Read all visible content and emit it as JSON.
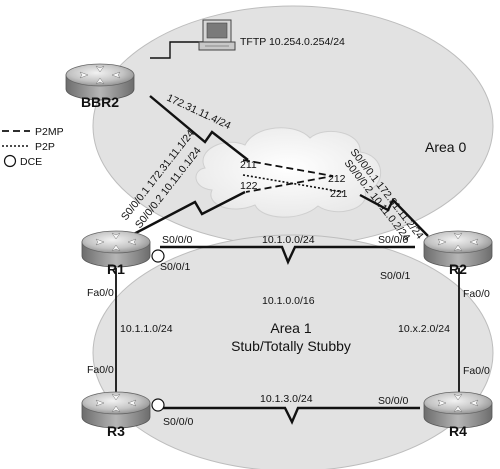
{
  "tftp": {
    "label": "TFTP 10.254.0.254/24"
  },
  "routers": {
    "bbr2": "BBR2",
    "r1": "R1",
    "r2": "R2",
    "r3": "R3",
    "r4": "R4"
  },
  "areas": {
    "area0": "Area 0",
    "area1_line1": "Area 1",
    "area1_line2": "Stub/Totally Stubby",
    "area1_summary": "10.1.0.0/16"
  },
  "legend": {
    "p2mp": "P2MP",
    "p2p": "P2P",
    "dce": "DCE"
  },
  "links": {
    "bbr2_serial": "172.31.11.4/24",
    "r1_s0_0_0_1": "S0/0/0.1 172.31.11.1/24",
    "r1_s0_0_0_2": "S0/0/0.2 10.11.0.1/24",
    "r2_s0_0_0_1": "S0/0/0.1 172.31.11.2/24",
    "r2_s0_0_0_2": "S0/0/0.2 10.11.0.2/24",
    "dlci_211": "211",
    "dlci_122": "122",
    "dlci_212": "212",
    "dlci_221": "221",
    "r1_s000": "S0/0/0",
    "r1_s001": "S0/0/1",
    "r2_s000": "S0/0/0",
    "r2_s001": "S0/0/1",
    "r1_r2_net": "10.1.0.0/24",
    "r1_fa": "Fa0/0",
    "r3_fa": "Fa0/0",
    "r1_r3_net": "10.1.1.0/24",
    "r2_fa": "Fa0/0",
    "r4_fa": "Fa0/0",
    "r2_r4_net": "10.x.2.0/24",
    "r3_s000": "S0/0/0",
    "r4_s000": "S0/0/0",
    "r3_r4_net": "10.1.3.0/24"
  }
}
